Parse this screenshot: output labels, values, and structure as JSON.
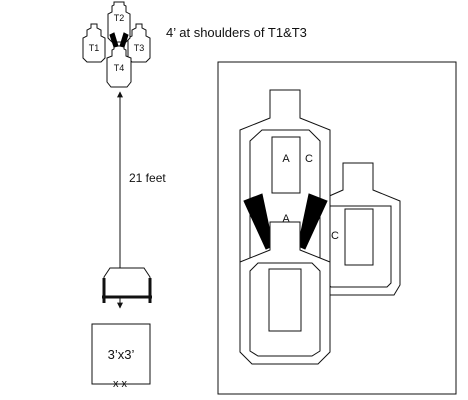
{
  "top_targets": {
    "t2": "T2",
    "t1": "T1",
    "t3": "T3",
    "t4": "T4"
  },
  "spacing_note": "4’ at shoulders of T1&T3",
  "distance_label": "21 feet",
  "box_label": "3’x3’",
  "foot_marks": "x x",
  "detail": {
    "zone_a_upper": "A",
    "zone_c_upper": "C",
    "zone_a_lower": "A",
    "zone_c_right": "C"
  },
  "colors": {
    "stroke": "#111111",
    "fill": "#ffffff",
    "black_fill": "#000000"
  }
}
